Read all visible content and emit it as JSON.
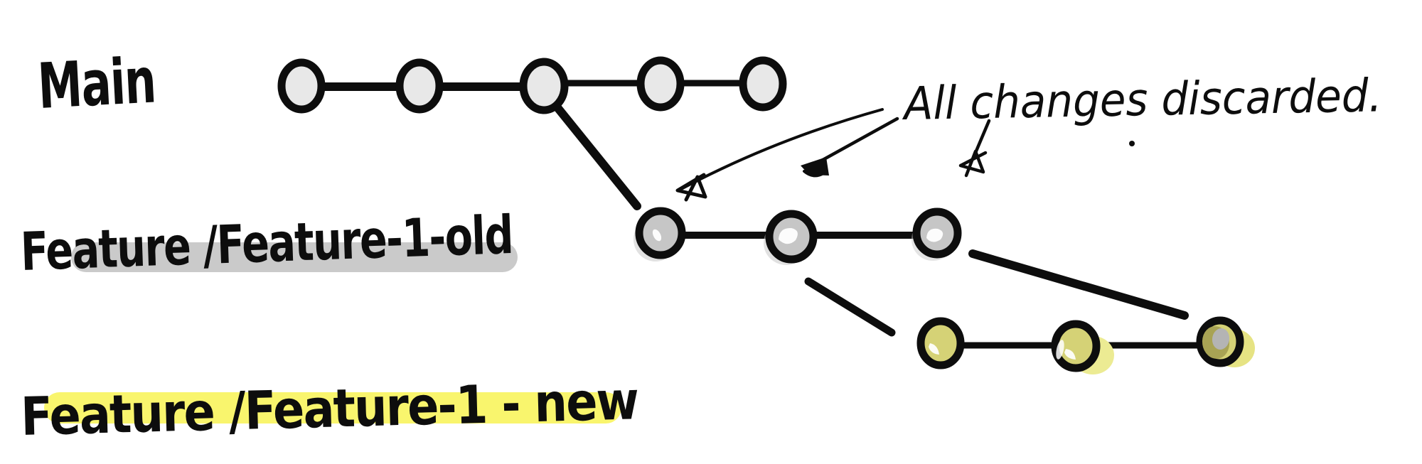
{
  "diagram_type": "hand-drawn git branch sketch",
  "labels": {
    "main": "Main",
    "feature_old": "Feature /Feature-1-old",
    "feature_new": "Feature /Feature-1 - new",
    "annotation": "All changes discarded."
  },
  "branches": [
    {
      "name": "Main",
      "commit_count": 5,
      "commit_color": "#e8e8e8",
      "label_highlight": "none"
    },
    {
      "name": "Feature /Feature-1-old",
      "commit_count": 3,
      "commit_color": "#c6c6c6",
      "label_highlight": "#cacaca"
    },
    {
      "name": "Feature /Feature-1 - new",
      "commit_count": 3,
      "commit_color": "#d5d276",
      "label_highlight": "#f9f56d"
    }
  ],
  "annotation_arrows": {
    "count": 3,
    "points_to": "Feature-1-old commits"
  },
  "palette": {
    "ink": "#0d0d0d",
    "background": "#ffffff",
    "main_commit_fill": "#e8e8e8",
    "old_commit_fill": "#c6c6c6",
    "old_commit_shadow": "#c9c9c9",
    "new_commit_fill": "#d5d276",
    "new_commit_shadow": "#eceb93",
    "new_commit_shade": "#a8a354",
    "new_commit_gray_blob": "#b4b4b4",
    "highlight_blob": "#ffffff",
    "gray_marker": "#cacaca",
    "yellow_marker": "#f9f56d"
  }
}
